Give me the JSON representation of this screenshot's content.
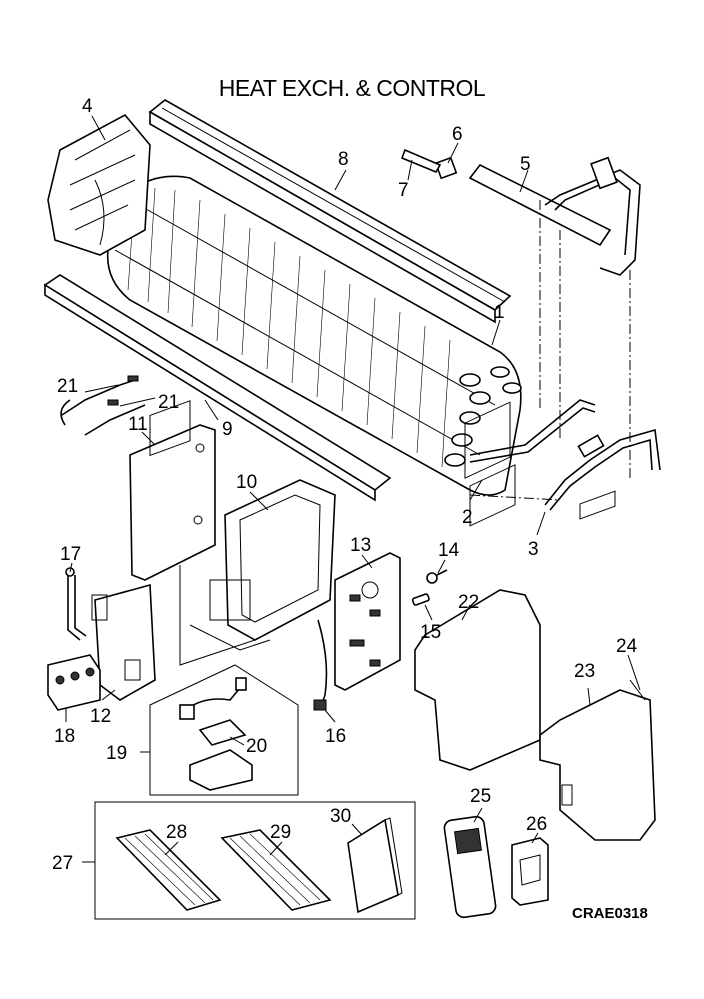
{
  "title": "HEAT EXCH. & CONTROL",
  "drawing_code": "CRAE0318",
  "callouts": {
    "p1": "1",
    "p2": "2",
    "p3": "3",
    "p4": "4",
    "p5": "5",
    "p6": "6",
    "p7": "7",
    "p8": "8",
    "p9": "9",
    "p10": "10",
    "p11": "11",
    "p12": "12",
    "p13": "13",
    "p14": "14",
    "p15": "15",
    "p16": "16",
    "p17": "17",
    "p18": "18",
    "p19": "19",
    "p20": "20",
    "p21a": "21",
    "p21b": "21",
    "p22": "22",
    "p23": "23",
    "p24": "24",
    "p25": "25",
    "p26": "26",
    "p27": "27",
    "p28": "28",
    "p29": "29",
    "p30": "30"
  }
}
